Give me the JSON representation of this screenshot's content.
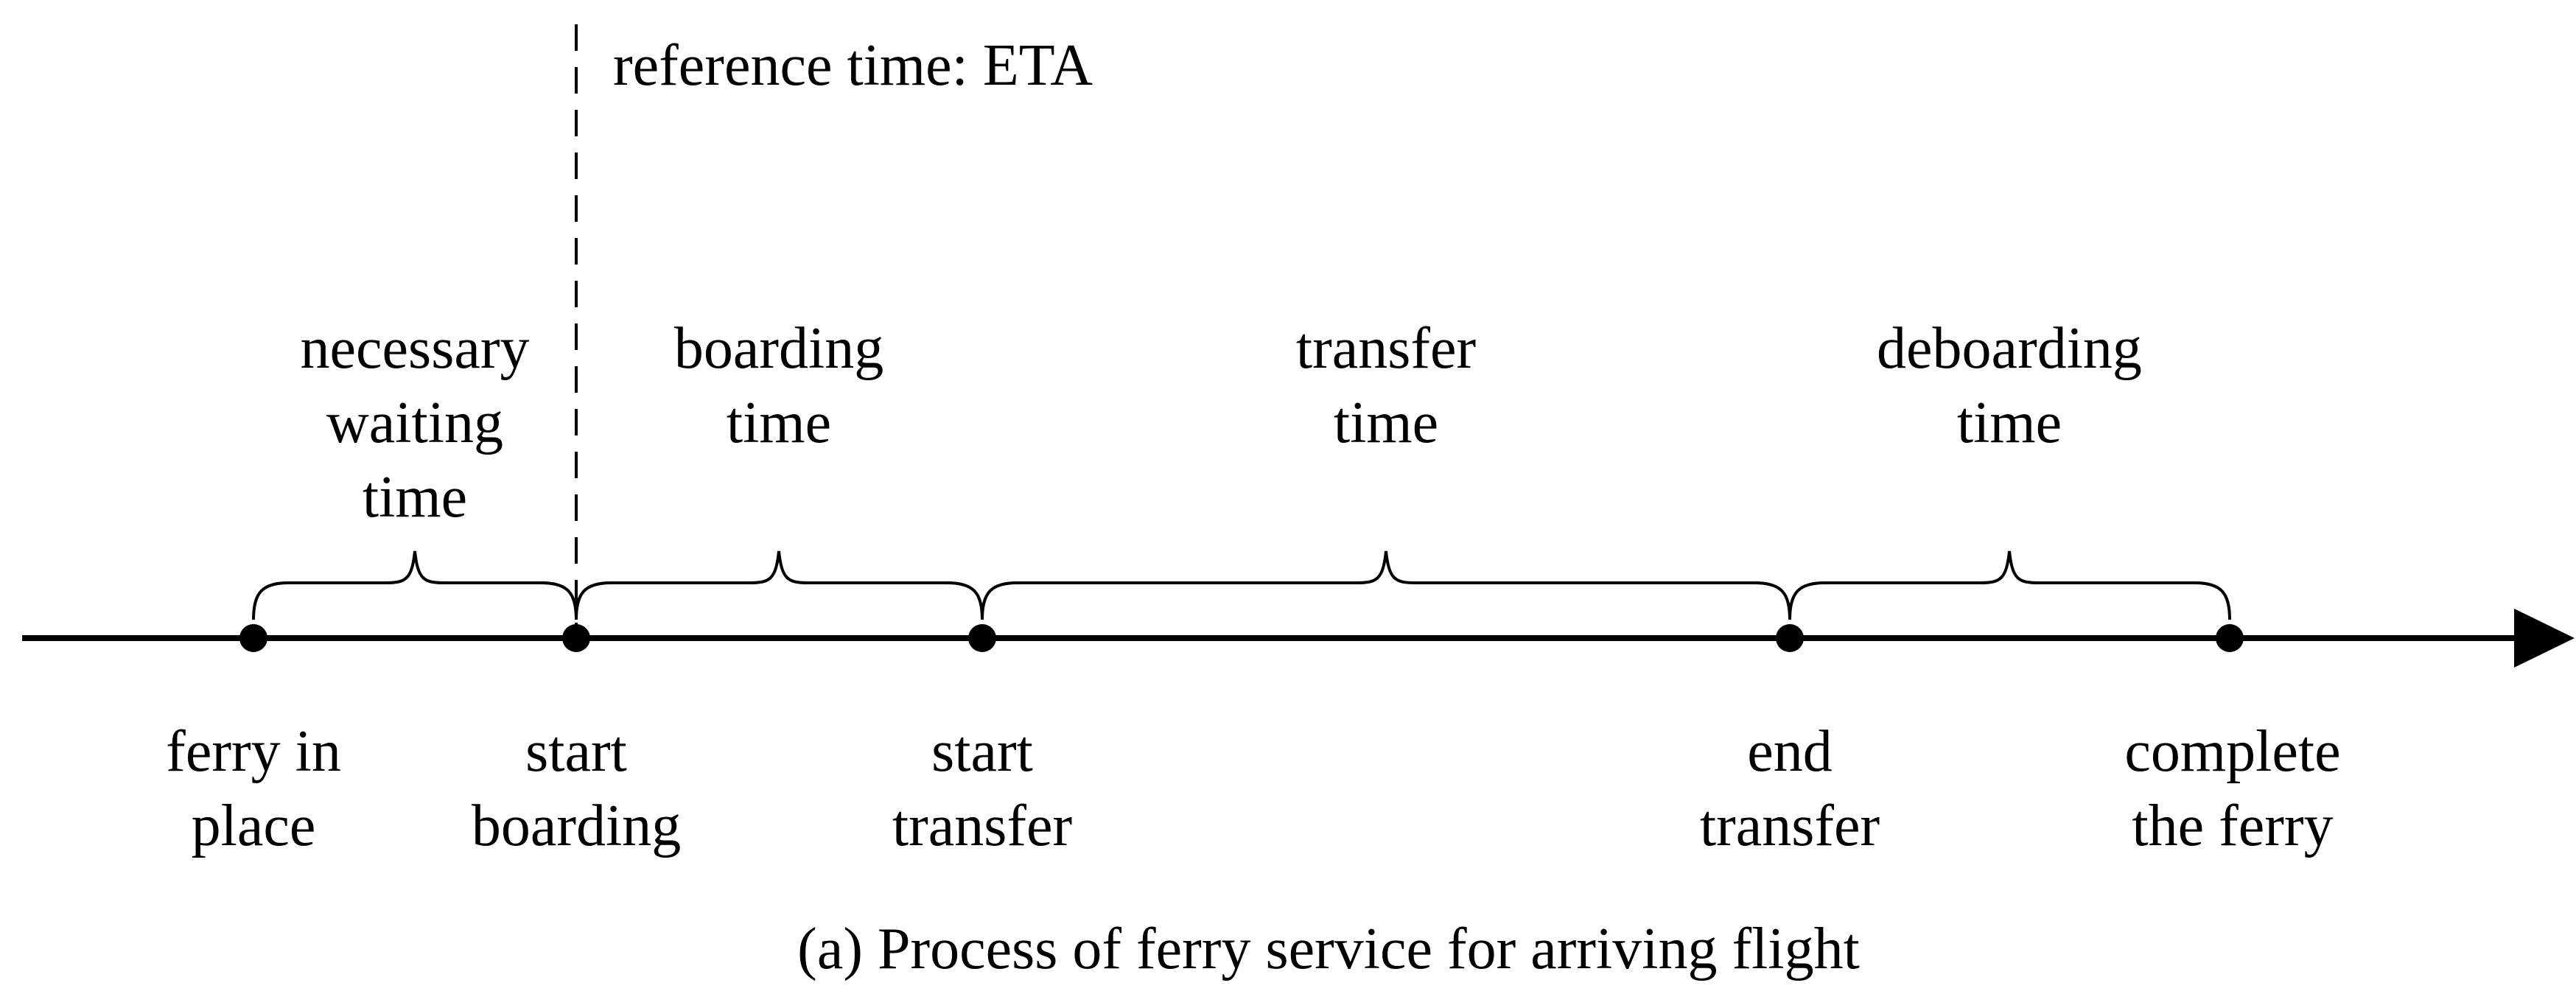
{
  "figure": {
    "caption": "(a) Process of ferry service for arriving flight",
    "reference_label": "reference time: ETA",
    "colors": {
      "ink": "#000000",
      "background": "#ffffff"
    },
    "timeline": {
      "intervals": [
        {
          "name": "necessary-waiting-time",
          "line1": "necessary",
          "line2": "waiting",
          "line3": "time"
        },
        {
          "name": "boarding-time",
          "line1": "boarding",
          "line2": "time"
        },
        {
          "name": "transfer-time",
          "line1": "transfer",
          "line2": "time"
        },
        {
          "name": "deboarding-time",
          "line1": "deboarding",
          "line2": "time"
        }
      ],
      "events": [
        {
          "name": "ferry-in-place",
          "line1": "ferry in",
          "line2": "place"
        },
        {
          "name": "start-boarding",
          "line1": "start",
          "line2": "boarding"
        },
        {
          "name": "start-transfer",
          "line1": "start",
          "line2": "transfer"
        },
        {
          "name": "end-transfer",
          "line1": "end",
          "line2": "transfer"
        },
        {
          "name": "complete-the-ferry",
          "line1": "complete",
          "line2": "the ferry"
        }
      ]
    }
  }
}
